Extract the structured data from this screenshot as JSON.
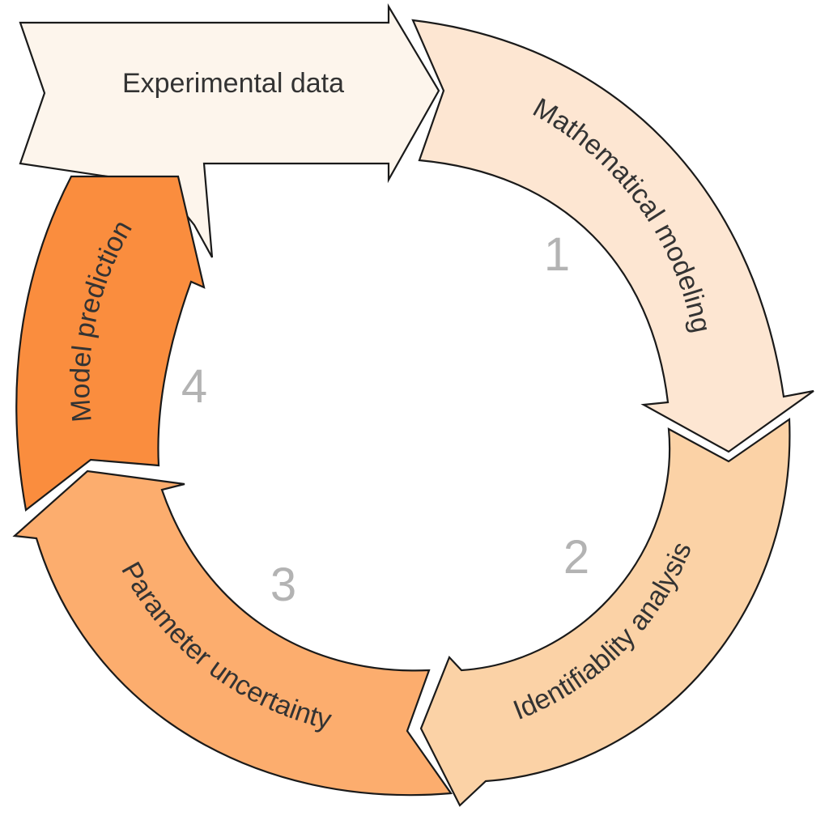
{
  "diagram": {
    "input": {
      "label": "Experimental data",
      "color": "#fdf5ec"
    },
    "stages": [
      {
        "number": "1",
        "label": "Mathematical modeling",
        "color": "#fde6d2"
      },
      {
        "number": "2",
        "label": "Identifiablity analysis",
        "color": "#fbd2a6"
      },
      {
        "number": "3",
        "label": "Parameter uncertainty",
        "color": "#fcad6e"
      },
      {
        "number": "4",
        "label": "Model prediction",
        "color": "#fa8d3e"
      }
    ]
  }
}
